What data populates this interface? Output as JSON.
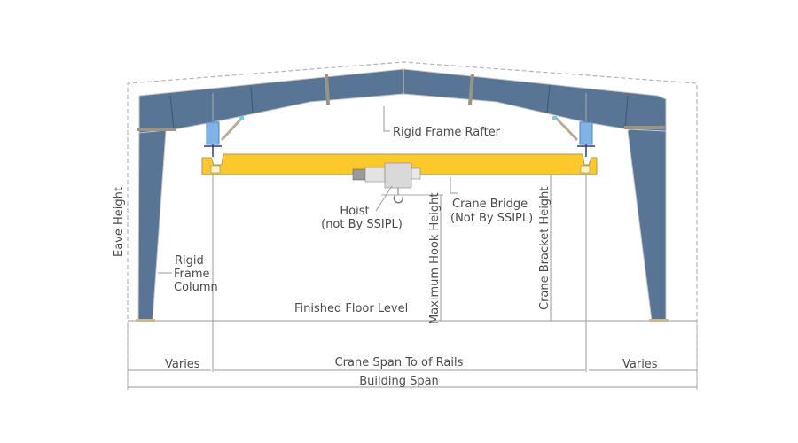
{
  "diagram": {
    "title": "Pre-engineered building with overhead crane",
    "colors": {
      "frame": "#587595",
      "crane_bridge": "#fbc92c",
      "bracket": "#7fb2e5",
      "dimension_line": "#9a9a9a",
      "text": "#4a4a4a",
      "haunch_bolt": "#9b9485"
    },
    "labels": {
      "rafter": "Rigid Frame Rafter",
      "hoist_line1": "Hoist",
      "hoist_line2": "(not By SSIPL)",
      "bridge_line1": "Crane Bridge",
      "bridge_line2": "(Not By SSIPL)",
      "column_line1": "Rigid",
      "column_line2": "Frame",
      "column_line3": "Column",
      "eave_height": "Eave Height",
      "max_hook_height": "Maximum Hook Height",
      "crane_bracket_height": "Crane Bracket Height",
      "floor_level": "Finished Floor Level",
      "varies_left": "Varies",
      "crane_span": "Crane Span To of Rails",
      "varies_right": "Varies",
      "building_span": "Building Span"
    }
  }
}
